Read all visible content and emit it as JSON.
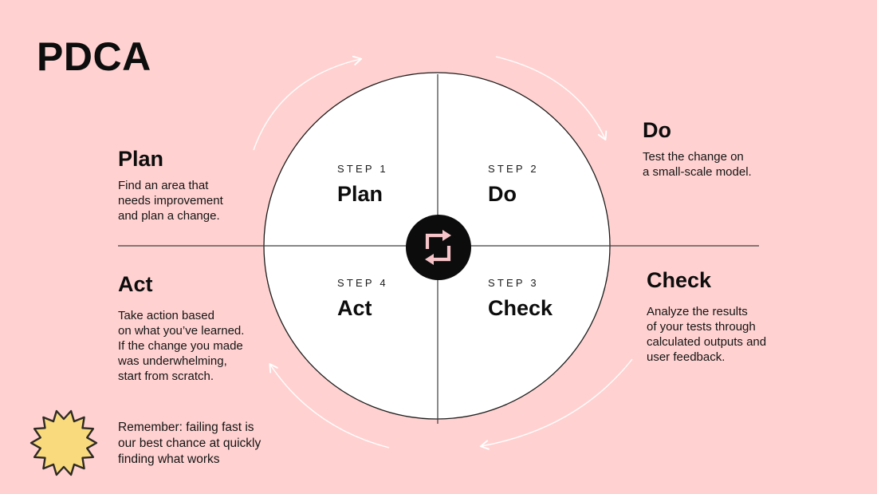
{
  "title": "PDCA",
  "colors": {
    "background": "#FFD2D1",
    "accent_pink": "#F7C5C9",
    "center_black": "#0c0c0c",
    "circle_fill": "#ffffff",
    "line": "#3d3d3d",
    "arrow_white": "#ffffff",
    "starburst_yellow": "#F9DA7C",
    "starburst_outline": "#2e2a25",
    "text": "#111111"
  },
  "cycle": {
    "center_icon": "repeat-cycle-icon",
    "quadrants": [
      {
        "step": "STEP 1",
        "label": "Plan"
      },
      {
        "step": "STEP 2",
        "label": "Do"
      },
      {
        "step": "STEP 3",
        "label": "Check"
      },
      {
        "step": "STEP 4",
        "label": "Act"
      }
    ]
  },
  "annotations": {
    "plan": {
      "heading": "Plan",
      "body": "Find an area that\nneeds improvement\nand plan a change."
    },
    "do": {
      "heading": "Do",
      "body": "Test the change on\na small-scale model."
    },
    "check": {
      "heading": "Check",
      "body": "Analyze the results\nof your tests through\ncalculated outputs and\nuser feedback."
    },
    "act": {
      "heading": "Act",
      "body": "Take action based\non what you’ve learned.\nIf the change you made\nwas underwhelming,\nstart from scratch."
    }
  },
  "footnote": "Remember: failing fast is\nour best chance at quickly\nfinding what works"
}
